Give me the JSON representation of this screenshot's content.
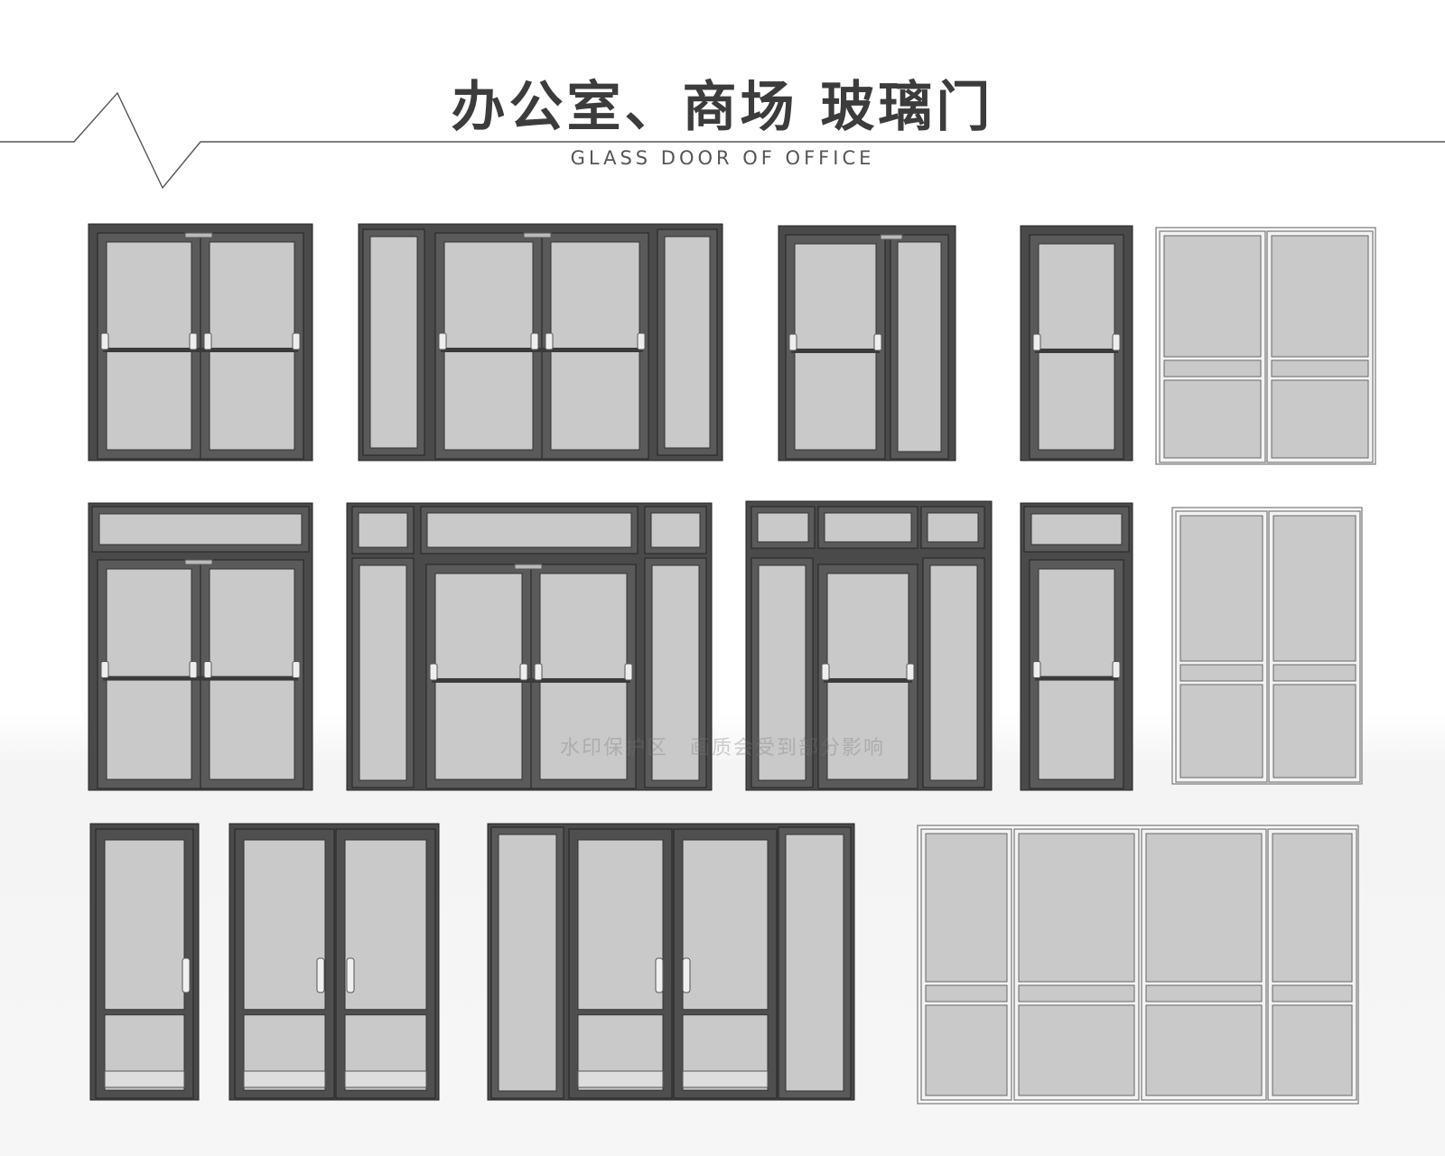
{
  "header": {
    "title": "办公室、商场 玻璃门",
    "subtitle": "GLASS DOOR OF OFFICE"
  },
  "watermark": {
    "text": "水印保护区　画质会受到部分影响"
  },
  "colors": {
    "dark_frame": "#4a4a4a",
    "light_frame": "#d3d3d3",
    "glass": "#c9c9c9",
    "title": "#3c3c3c"
  },
  "door_catalog": {
    "rows": [
      [
        "double-door-panic-bar",
        "double-door-with-sidelights",
        "single-door-with-sidelight",
        "single-door",
        "double-door-light-frame"
      ],
      [
        "double-door-with-transom",
        "double-door-with-sidelights-and-transom",
        "single-door-with-sidelights-and-transom",
        "single-door-with-transom",
        "double-door-light-frame"
      ],
      [
        "single-door-pull-handle",
        "double-door-pull-handles",
        "double-door-pull-handles-with-sidelights",
        "quad-panel-light-frame"
      ]
    ]
  }
}
